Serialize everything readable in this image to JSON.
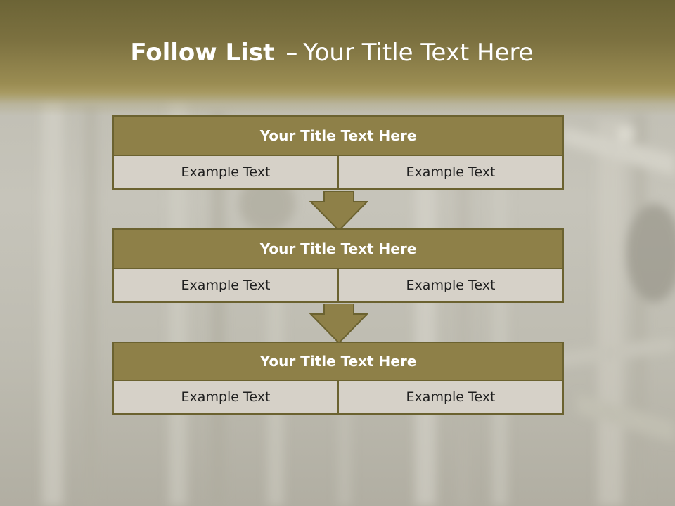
{
  "slide": {
    "title_bold": "Follow List",
    "title_separator": "–",
    "title_rest": "Your Title Text Here"
  },
  "steps": [
    {
      "title": "Your Title Text Here",
      "left": "Example Text",
      "right": "Example Text"
    },
    {
      "title": "Your Title Text Here",
      "left": "Example Text",
      "right": "Example Text"
    },
    {
      "title": "Your Title Text Here",
      "left": "Example Text",
      "right": "Example Text"
    }
  ],
  "colors": {
    "header_band": "#7c7140",
    "box_title_fill": "#8e8048",
    "box_border": "#6b6230",
    "box_cell_fill": "#d6d1c8",
    "arrow_fill": "#8e8048"
  }
}
